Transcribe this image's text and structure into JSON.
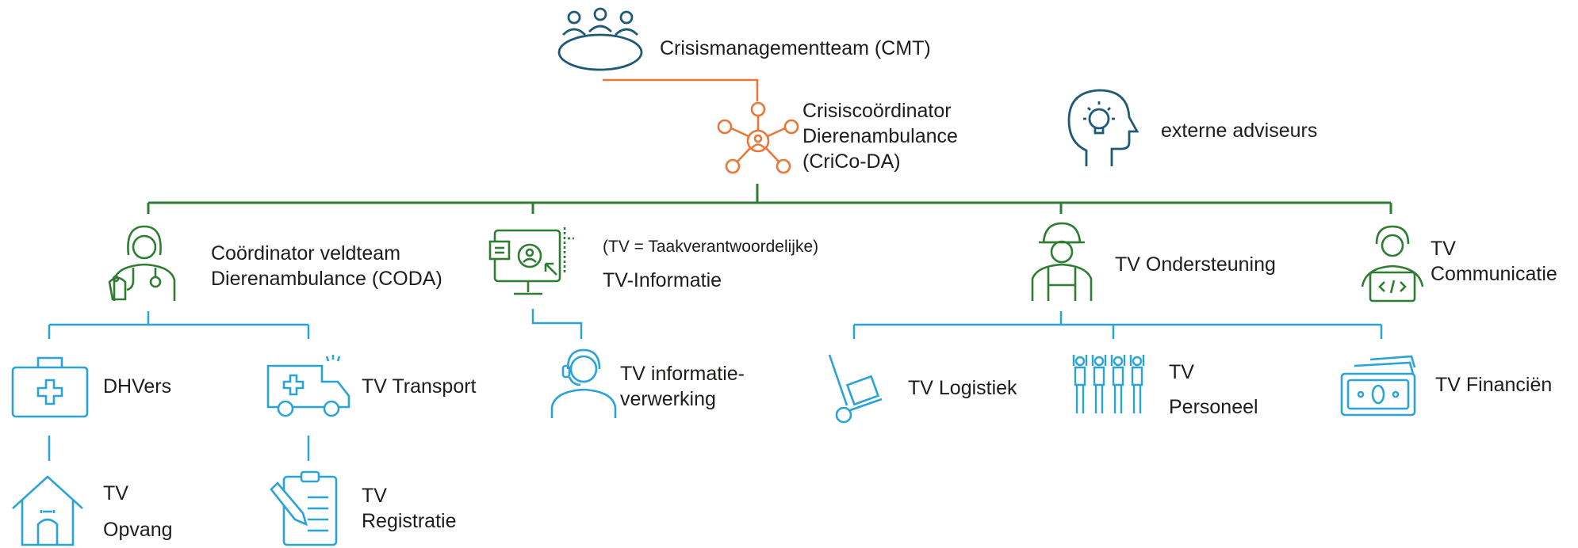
{
  "colors": {
    "navy": "#1e5a78",
    "orange": "#e8773a",
    "green": "#2e7d32",
    "blue": "#29a3d8"
  },
  "nodes": {
    "cmt": {
      "icon": "meeting-table-icon",
      "label": "Crisismanagementteam (CMT)"
    },
    "crico": {
      "icon": "network-hub-icon",
      "lines": [
        "Crisiscoördinator",
        "Dierenambulance",
        "(CriCo-DA)"
      ]
    },
    "advisors": {
      "icon": "head-lightbulb-icon",
      "label": "externe adviseurs"
    },
    "coda": {
      "icon": "veterinarian-icon",
      "lines": [
        "Coördinator veldteam",
        "Dierenambulance (CODA)"
      ]
    },
    "tv_info": {
      "icon": "monitor-profile-icon",
      "note": "(TV = Taakverantwoordelijke)",
      "label": "TV-Informatie"
    },
    "tv_support": {
      "icon": "worker-hardhat-icon",
      "label": "TV Ondersteuning"
    },
    "tv_comm": {
      "icon": "developer-laptop-icon",
      "lines": [
        "TV",
        "Communicatie"
      ]
    },
    "dhvers": {
      "icon": "medical-case-icon",
      "label": "DHVers"
    },
    "tv_transport": {
      "icon": "ambulance-icon",
      "label": "TV Transport"
    },
    "tv_infoproc": {
      "icon": "headset-operator-icon",
      "lines": [
        "TV informatie-",
        "verwerking"
      ]
    },
    "tv_logistics": {
      "icon": "hand-truck-icon",
      "label": "TV Logistiek"
    },
    "tv_personnel": {
      "icon": "people-group-icon",
      "lines": [
        "TV",
        "Personeel"
      ]
    },
    "tv_finance": {
      "icon": "banknotes-icon",
      "label": "TV Financiën"
    },
    "tv_shelter": {
      "icon": "dog-house-icon",
      "lines": [
        "TV",
        "Opvang"
      ]
    },
    "tv_registration": {
      "icon": "clipboard-pen-icon",
      "lines": [
        "TV",
        "Registratie"
      ]
    }
  }
}
